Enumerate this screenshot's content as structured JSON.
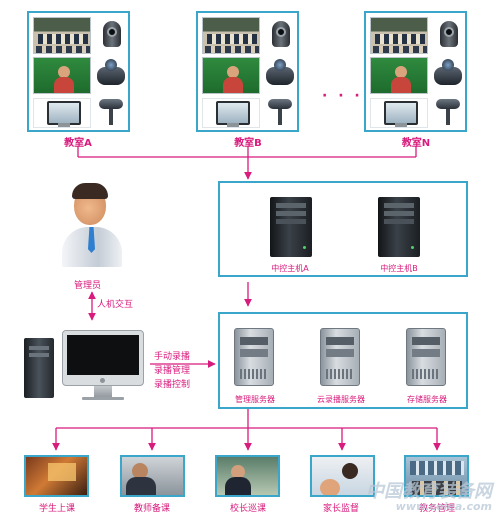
{
  "classrooms": [
    {
      "label": "教室A"
    },
    {
      "label": "教室B"
    },
    {
      "label": "教室N"
    }
  ],
  "ellipsis": "· · ·",
  "hosts": {
    "host_a": "中控主机A",
    "host_b": "中控主机B"
  },
  "admin": {
    "role": "管理员",
    "interaction": "人机交互"
  },
  "controls": [
    "手动录播",
    "录播管理",
    "录播控制"
  ],
  "servers": {
    "management": "管理服务器",
    "cloud_recording": "云录播服务器",
    "storage": "存储服务器"
  },
  "terminals": [
    "学生上课",
    "教师备课",
    "校长巡课",
    "家长监督",
    "教务管理"
  ],
  "watermark": {
    "text": "中国教育装备网",
    "url": "www.ceiea.com"
  },
  "colors": {
    "connector": "#d81b7d",
    "frame": "#3aa6c9",
    "label": "#d81b7d"
  },
  "icons": [
    "student-photo",
    "teacher-photo",
    "monitor-photo",
    "dome-camera-icon",
    "ptz-camera-icon",
    "boom-mic-icon",
    "tower-server-icon",
    "administrator-icon",
    "desktop-pc-icon"
  ]
}
